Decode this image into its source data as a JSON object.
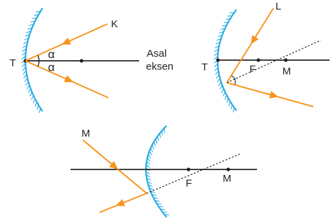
{
  "colors": {
    "mirror": "#29abe2",
    "ray": "#f7941d",
    "axis": "#231f20",
    "text": "#231f20"
  },
  "diagram1": {
    "vertex_label": "T",
    "ray_label": "K",
    "angle_top": "α",
    "angle_bottom": "α",
    "axis_label_line1": "Asal",
    "axis_label_line2": "eksen"
  },
  "diagram2": {
    "ray_label": "L",
    "vertex_label": "T",
    "focus_label": "F",
    "center_label": "M"
  },
  "diagram3": {
    "ray_label": "M",
    "focus_label": "F",
    "center_label": "M"
  }
}
